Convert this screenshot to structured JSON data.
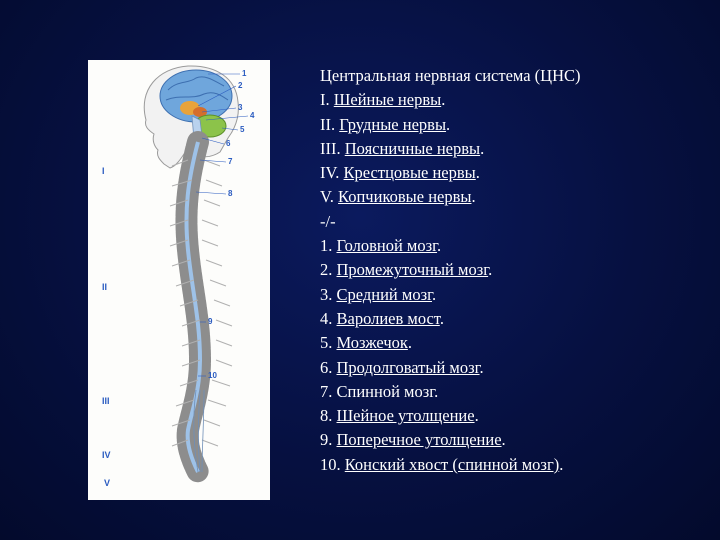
{
  "caption": {
    "title": "Центральная нервная система (ЦНС)",
    "separator": "-/-"
  },
  "nerves": [
    {
      "num": "I.",
      "label": "Шейные нервы",
      "end": "."
    },
    {
      "num": "II.",
      "label": "Грудные нервы",
      "end": "."
    },
    {
      "num": "III.",
      "label": "Поясничные нервы",
      "end": "."
    },
    {
      "num": "IV.",
      "label": "Крестцовые нервы",
      "end": "."
    },
    {
      "num": "V.",
      "label": "Копчиковые нервы",
      "end": "."
    }
  ],
  "parts": [
    {
      "num": "1.",
      "label": "Головной мозг",
      "end": "."
    },
    {
      "num": "2.",
      "label": "Промежуточный мозг",
      "end": "."
    },
    {
      "num": "3.",
      "label": "Средний мозг",
      "end": "."
    },
    {
      "num": "4.",
      "label": "Варолиев мост",
      "end": "."
    },
    {
      "num": "5.",
      "label": "Мозжечок",
      "end": "."
    },
    {
      "num": "6.",
      "label": "Продолговатый мозг",
      "end": "."
    },
    {
      "num": "7.",
      "label": "Спинной мозг.",
      "end": "",
      "plain": true
    },
    {
      "num": "8.",
      "label": "Шейное утолщение",
      "end": "."
    },
    {
      "num": "9.",
      "label": "Поперечное утолщение",
      "end": "."
    },
    {
      "num": "10.",
      "label": "Конский хвост (спинной мозг)",
      "end": "."
    }
  ],
  "figure": {
    "region_labels": [
      "I",
      "II",
      "III",
      "IV",
      "V"
    ],
    "part_labels": [
      "1",
      "2",
      "3",
      "4",
      "5",
      "6",
      "7",
      "8",
      "9",
      "10"
    ],
    "colors": {
      "label_blue": "#2a5bc0",
      "brain": "#6fa6dc",
      "cerebellum": "#8cc34a",
      "vertebra": "#7a7a7a",
      "cord": "#9ec2e8"
    }
  }
}
